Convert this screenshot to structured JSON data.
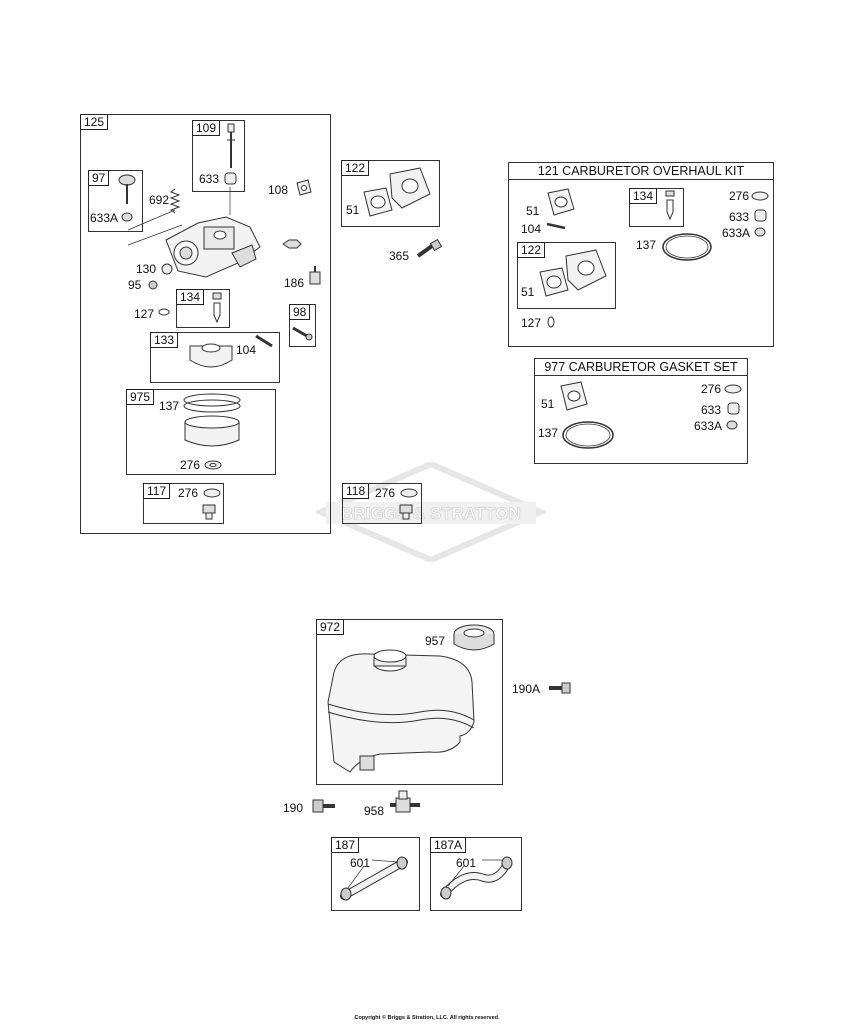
{
  "watermark": "BRIGGS & STRATTON",
  "copyright": "Copyright © Briggs & Stratton, LLC. All rights reserved.",
  "assemblies": {
    "carb": {
      "tag": "125"
    },
    "sub109": {
      "tag": "109",
      "p1": "633"
    },
    "sub97": {
      "tag": "97",
      "p1": "633A"
    },
    "sub134": {
      "tag": "134"
    },
    "sub98": {
      "tag": "98"
    },
    "sub133": {
      "tag": "133",
      "p1": "104"
    },
    "sub975": {
      "tag": "975",
      "p1": "137",
      "p2": "276"
    },
    "sub117": {
      "tag": "117",
      "p1": "276"
    },
    "sub122": {
      "tag": "122",
      "p1": "51"
    },
    "sub118": {
      "tag": "118",
      "p1": "276"
    },
    "overhaul": {
      "title": "121 CARBURETOR OVERHAUL KIT",
      "p51": "51",
      "p104": "104",
      "p134": "134",
      "p276": "276",
      "p633": "633",
      "p633A": "633A",
      "p137": "137",
      "p122": "122",
      "p51b": "51",
      "p127": "127"
    },
    "gasket": {
      "title": "977 CARBURETOR GASKET SET",
      "p276": "276",
      "p51": "51",
      "p633": "633",
      "p633A": "633A",
      "p137": "137"
    },
    "tank": {
      "tag": "972",
      "p957": "957"
    },
    "line187": {
      "tag": "187",
      "p601": "601"
    },
    "line187A": {
      "tag": "187A",
      "p601": "601"
    }
  },
  "loose_parts": {
    "p692": "692",
    "p108": "108",
    "p130": "130",
    "p95": "95",
    "p186": "186",
    "p127": "127",
    "p365": "365",
    "p190A": "190A",
    "p190": "190",
    "p958": "958"
  }
}
